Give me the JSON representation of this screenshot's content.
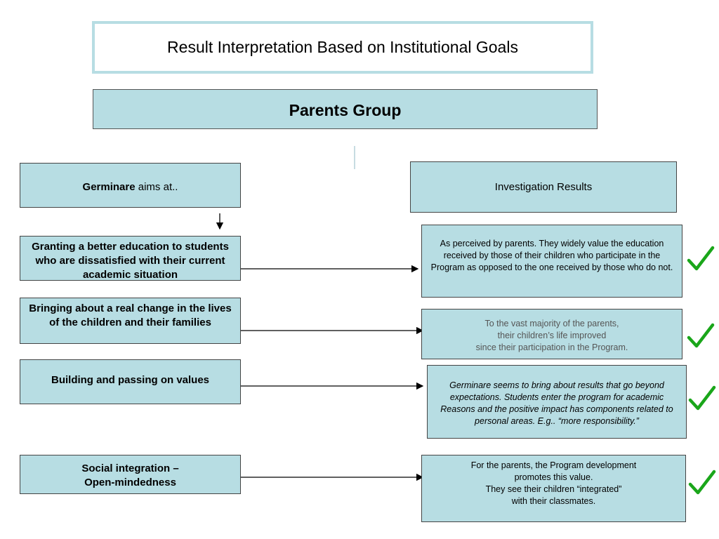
{
  "title": "Result Interpretation Based on Institutional Goals",
  "group_title": "Parents Group",
  "aims_header": {
    "bold": "Germinare",
    "rest": " aims at.."
  },
  "results_header": "Investigation Results",
  "goals": [
    {
      "text": "Granting a better education to students who are dissatisfied with their current academic situation"
    },
    {
      "text": "Bringing about a real change in the lives of the children and their families"
    },
    {
      "text": "Building and passing on values"
    },
    {
      "text": "Social integration –\nOpen-mindedness"
    }
  ],
  "results": [
    {
      "text": "As perceived by parents. They widely value the education received by those of their children who participate in the Program as opposed to the one received by those who do not."
    },
    {
      "text": "To the vast majority of the parents,\ntheir children’s life improved\nsince their participation in the Program."
    },
    {
      "text": "Germinare seems to bring about results that go beyond expectations. Students enter the program for academic Reasons and the positive impact has components related to personal areas. E.g.. “more responsibility.”"
    },
    {
      "text": "For the parents, the Program development\npromotes this value.\nThey see their children “integrated”\nwith their classmates."
    }
  ],
  "check_icon": "check-mark-icon",
  "colors": {
    "box_fill": "#b7dde3",
    "title_border": "#b7dde3",
    "check": "#1aa61a"
  }
}
